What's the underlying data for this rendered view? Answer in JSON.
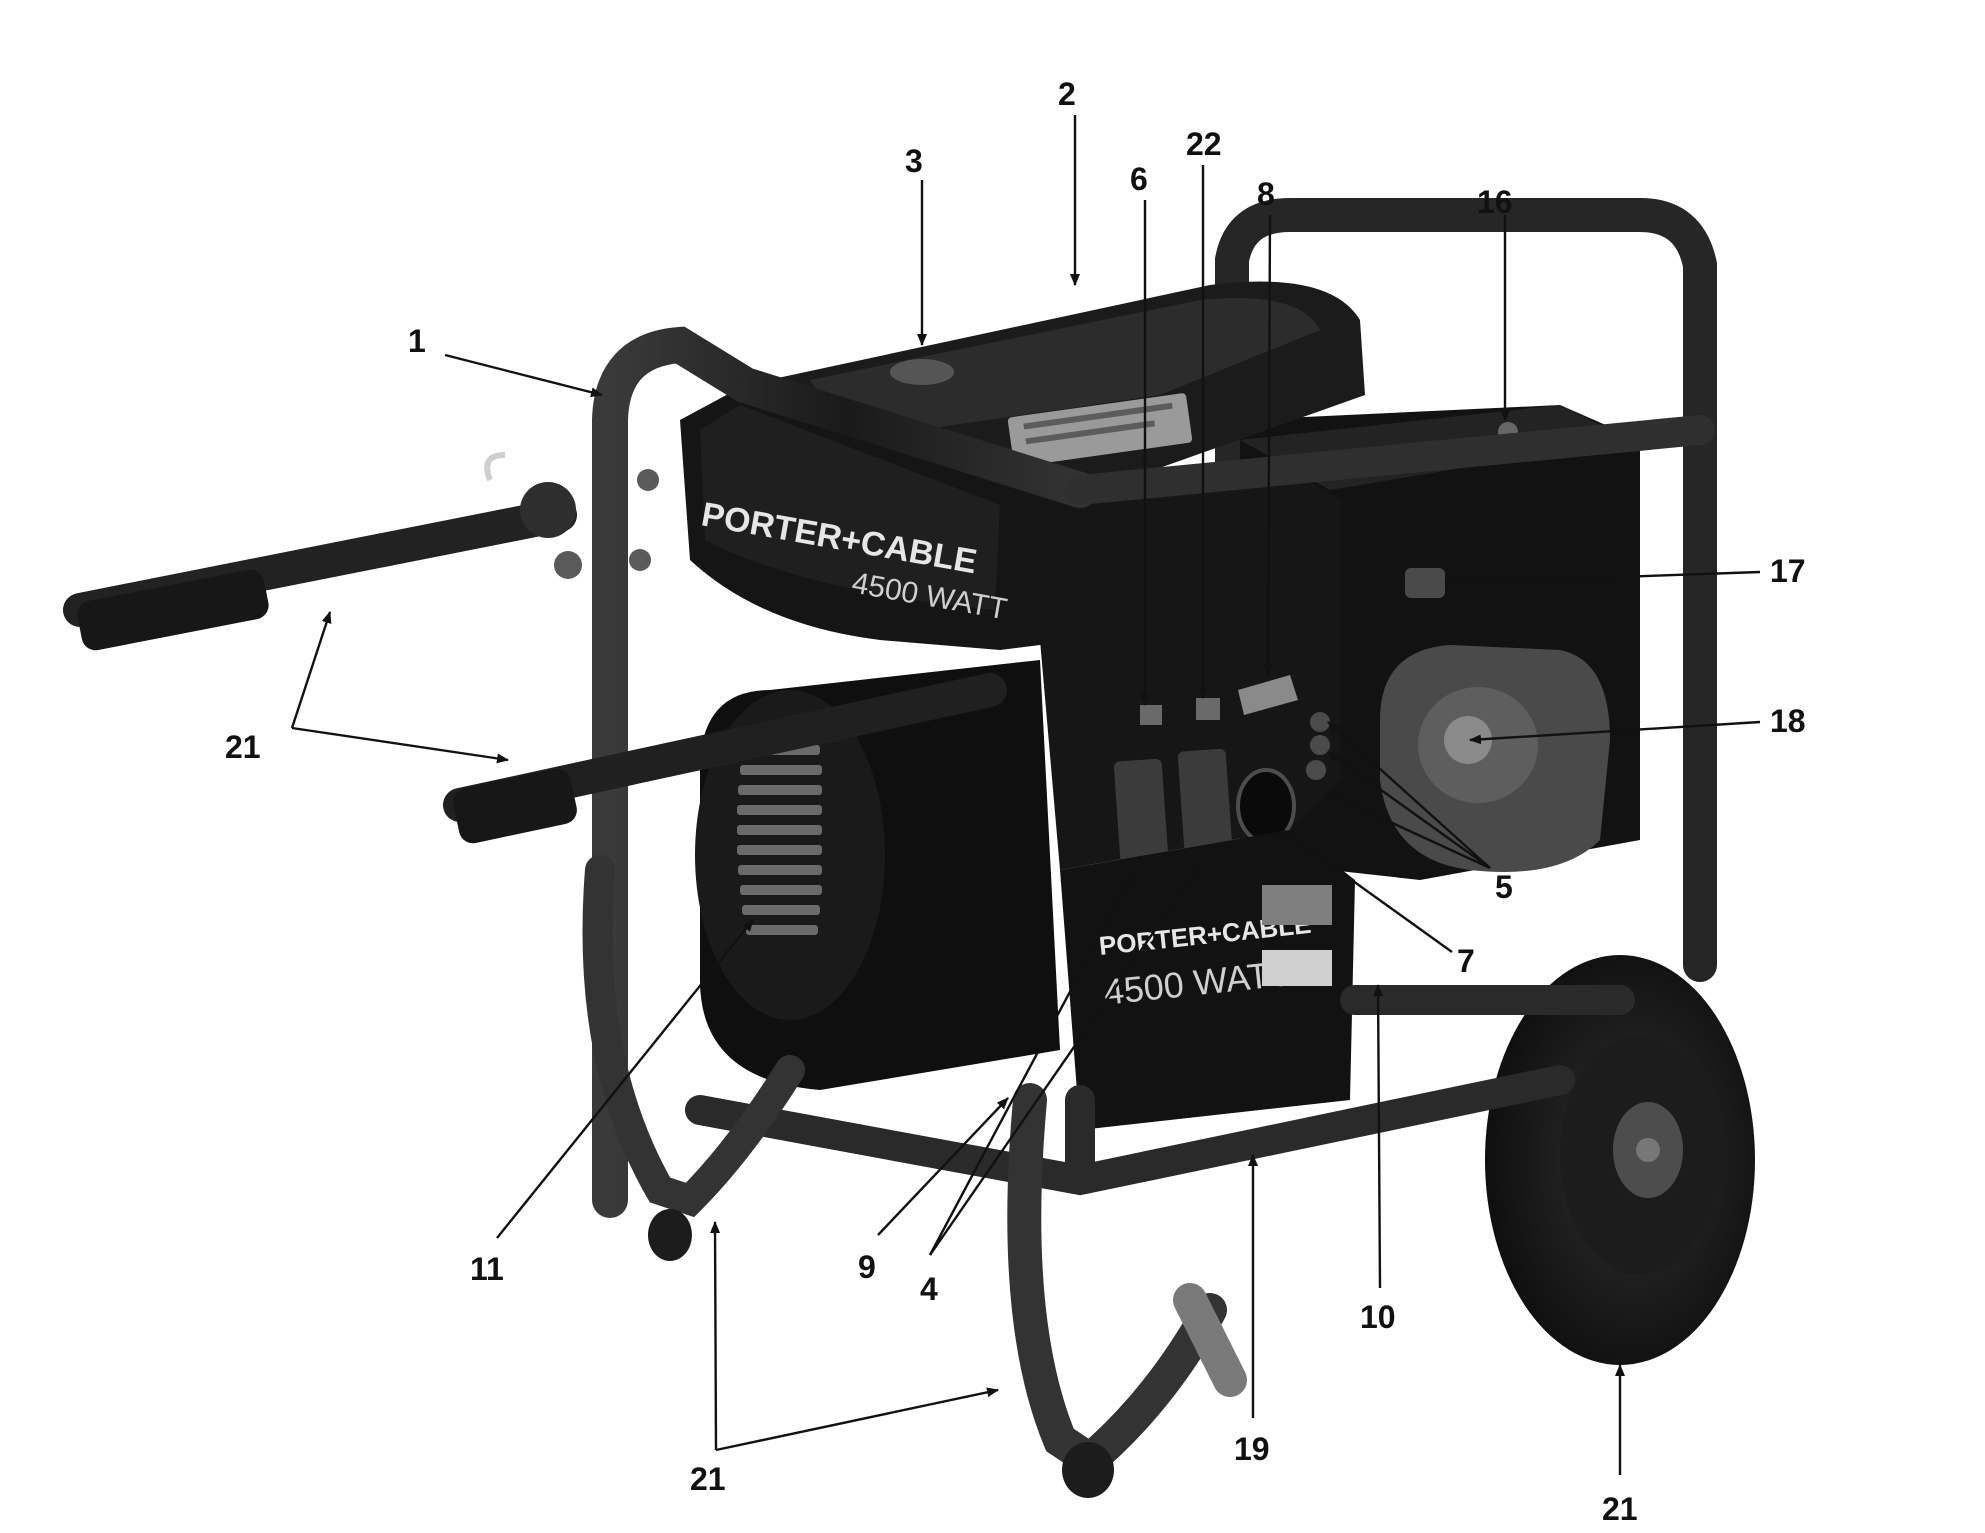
{
  "brand": {
    "name": "PORTER+CABLE",
    "wattage": "4500 WATT"
  },
  "callouts": [
    "1",
    "2",
    "3",
    "4",
    "5",
    "6",
    "7",
    "8",
    "9",
    "10",
    "11",
    "16",
    "17",
    "18",
    "19",
    "21",
    "22"
  ],
  "colors": {
    "background": "#ffffff",
    "body": "#161616",
    "frame": "#2d2d2d",
    "ink": "#111111"
  }
}
